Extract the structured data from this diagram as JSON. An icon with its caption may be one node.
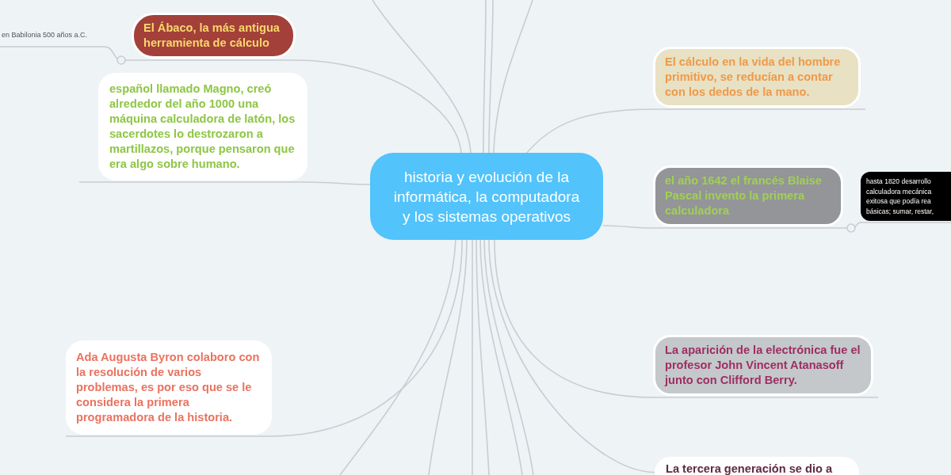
{
  "diagram": {
    "nodes": [
      {
        "text": [
          "historia y evolución de la informática, la computadora y los sistemas operativos"
        ]
      },
      {
        "text": [
          "El Ábaco, la más antigua herramienta de cálculo"
        ]
      },
      {
        "text": [
          "en Babilonia 500 años a.C."
        ]
      },
      {
        "text": [
          "español llamado Magno, creó alrededor del año 1000 una máquina calculadora de latón, los sacerdotes lo destrozaron a martillazos, porque pensaron que era algo sobre humano."
        ]
      },
      {
        "text": [
          "Ada Augusta Byron colaboro con la resolución de varios problemas, es por eso que se le considera la primera programadora de la historia."
        ]
      },
      {
        "text": [
          "El cálculo en la vida del hombre primitivo, se reducían a contar con los dedos de la mano."
        ]
      },
      {
        "text": [
          "el año 1642 el francés Blaise Pascal invento la primera calculadora"
        ]
      },
      {
        "text": [
          "hasta 1820 desarrollo calculadora mecánica exitosa que podía rea básicas; sumar, restar,"
        ]
      },
      {
        "text": [
          "La aparición de la electrónica fue el profesor John Vincent Atanasoff junto con Clifford Berry."
        ]
      },
      {
        "text": [
          "La tercera generación se dio a"
        ]
      }
    ],
    "edges": [
      {
        "from": 0,
        "to": 1,
        "arrow": "none"
      },
      {
        "from": 1,
        "to": 2,
        "arrow": "none"
      },
      {
        "from": 0,
        "to": 3,
        "arrow": "none"
      },
      {
        "from": 0,
        "to": 4,
        "arrow": "none"
      },
      {
        "from": 0,
        "to": 5,
        "arrow": "none"
      },
      {
        "from": 0,
        "to": 6,
        "arrow": "none"
      },
      {
        "from": 6,
        "to": 7,
        "arrow": "none"
      },
      {
        "from": 0,
        "to": 8,
        "arrow": "none"
      },
      {
        "from": 0,
        "to": 9,
        "arrow": "none"
      },
      {
        "from": 0,
        "to": null,
        "arrow": "none"
      },
      {
        "from": 0,
        "to": null,
        "arrow": "none"
      },
      {
        "from": 0,
        "to": null,
        "arrow": "none"
      },
      {
        "from": 0,
        "to": null,
        "arrow": "none"
      },
      {
        "from": 0,
        "to": null,
        "arrow": "none"
      },
      {
        "from": 0,
        "to": null,
        "arrow": "none"
      },
      {
        "from": 0,
        "to": null,
        "arrow": "none"
      },
      {
        "from": 0,
        "to": null,
        "arrow": "none"
      },
      {
        "from": 0,
        "to": null,
        "arrow": "none"
      },
      {
        "from": 0,
        "to": null,
        "arrow": "none"
      }
    ]
  }
}
